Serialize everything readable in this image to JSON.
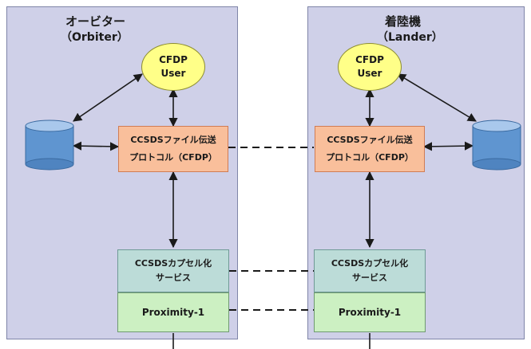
{
  "left": {
    "title": "オービター",
    "subtitle": "（Orbiter）",
    "user_line1": "CFDP",
    "user_line2": "User",
    "cfdp_line1": "CCSDSファイル伝送",
    "cfdp_line2": "プロトコル（CFDP）",
    "caps_line1": "CCSDSカプセル化",
    "caps_line2": "サービス",
    "prox": "Proximity-1"
  },
  "right": {
    "title": "着陸機",
    "subtitle": "（Lander）",
    "user_line1": "CFDP",
    "user_line2": "User",
    "cfdp_line1": "CCSDSファイル伝送",
    "cfdp_line2": "プロトコル（CFDP）",
    "caps_line1": "CCSDSカプセル化",
    "caps_line2": "サービス",
    "prox": "Proximity-1"
  },
  "colors": {
    "panel": "#cfd0e8",
    "user": "#ffff88",
    "cfdp": "#f9bf9b",
    "capsulation": "#bcdcd8",
    "proximity": "#ccf0c2",
    "storage": "#5f95d0"
  }
}
